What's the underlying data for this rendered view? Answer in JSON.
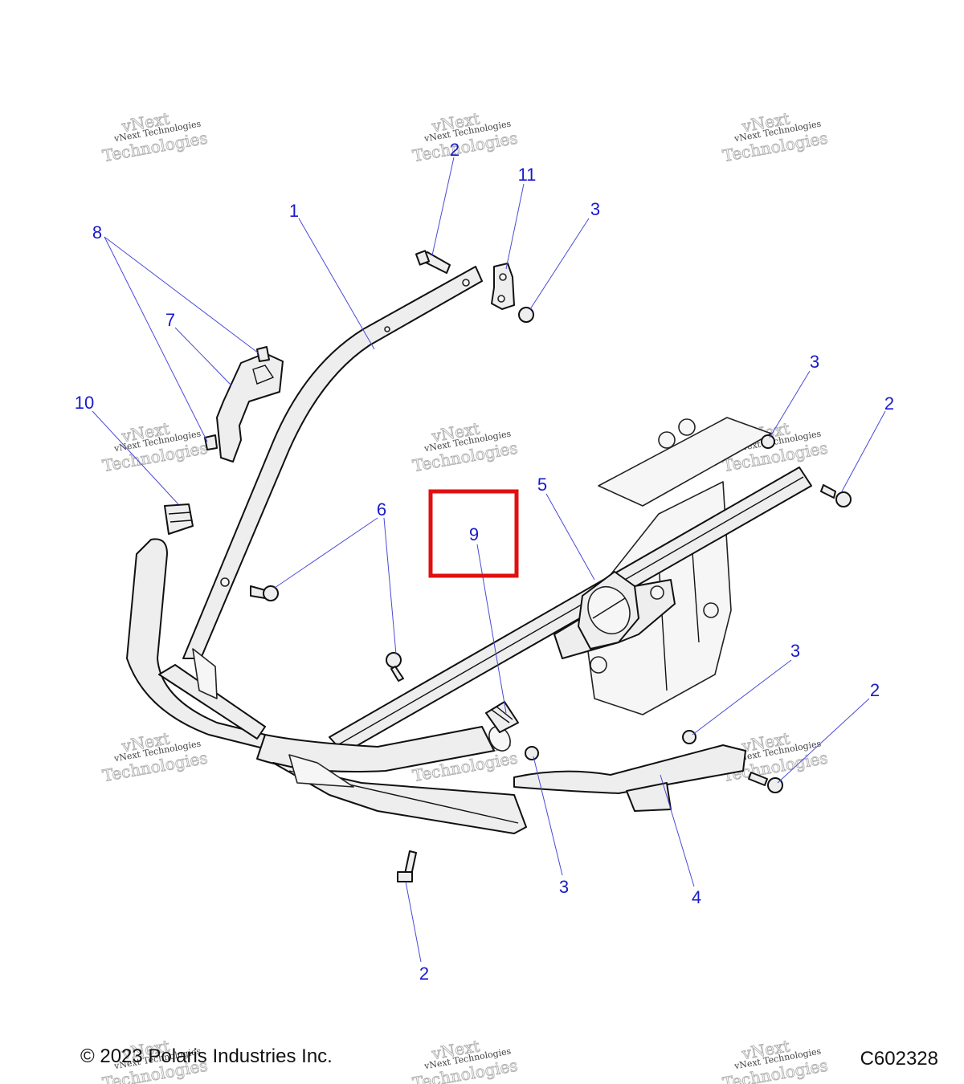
{
  "callouts": {
    "c1": "1",
    "c2_top": "2",
    "c11": "11",
    "c3_top": "3",
    "c8": "8",
    "c7": "7",
    "c10": "10",
    "c3_right": "3",
    "c2_right": "2",
    "c5": "5",
    "c6": "6",
    "c9": "9",
    "c3_mid_right": "3",
    "c2_mid_right": "2",
    "c3_bottom": "3",
    "c4": "4",
    "c2_bottom": "2"
  },
  "watermark": {
    "line1": "vNext",
    "line2": "vNext Technologies",
    "line3": "Technologies"
  },
  "footer": {
    "copyright": "© 2023 Polaris Industries Inc.",
    "figure_id": "C602328"
  },
  "colors": {
    "callout_text": "#1a1acc",
    "highlight_box": "#e01010",
    "line_art": "#111111"
  }
}
